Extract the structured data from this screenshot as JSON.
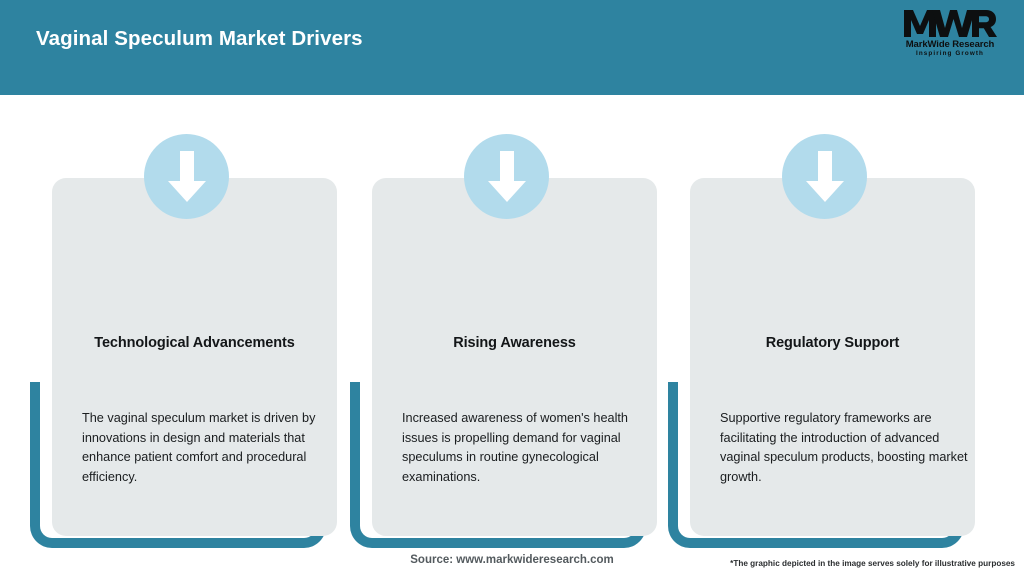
{
  "header": {
    "title": "Vaginal Speculum Market Drivers",
    "background_color": "#2e83a0",
    "title_color": "#ffffff"
  },
  "logo": {
    "mark": "MWR",
    "name": "MarkWide Research",
    "tagline": "Inspiring Growth"
  },
  "theme": {
    "accent_teal": "#2e83a0",
    "icon_circle": "#b2dbec",
    "card_background": "#e5e9ea",
    "page_background": "#ffffff",
    "body_text": "#1a1d1f"
  },
  "cards": [
    {
      "icon": "arrow-down-icon",
      "heading": "Technological Advancements",
      "body": "The vaginal speculum market is driven by innovations in design and materials that enhance patient comfort and procedural efficiency."
    },
    {
      "icon": "arrow-down-icon",
      "heading": "Rising Awareness",
      "body": "Increased awareness of women's health issues is propelling demand for vaginal speculums in routine gynecological examinations."
    },
    {
      "icon": "arrow-down-icon",
      "heading": "Regulatory Support",
      "body": "Supportive regulatory frameworks are facilitating the introduction of advanced vaginal speculum products, boosting market growth."
    }
  ],
  "footer": {
    "source": "Source: www.markwideresearch.com",
    "disclaimer": "*The graphic depicted in the image serves solely for illustrative purposes"
  }
}
